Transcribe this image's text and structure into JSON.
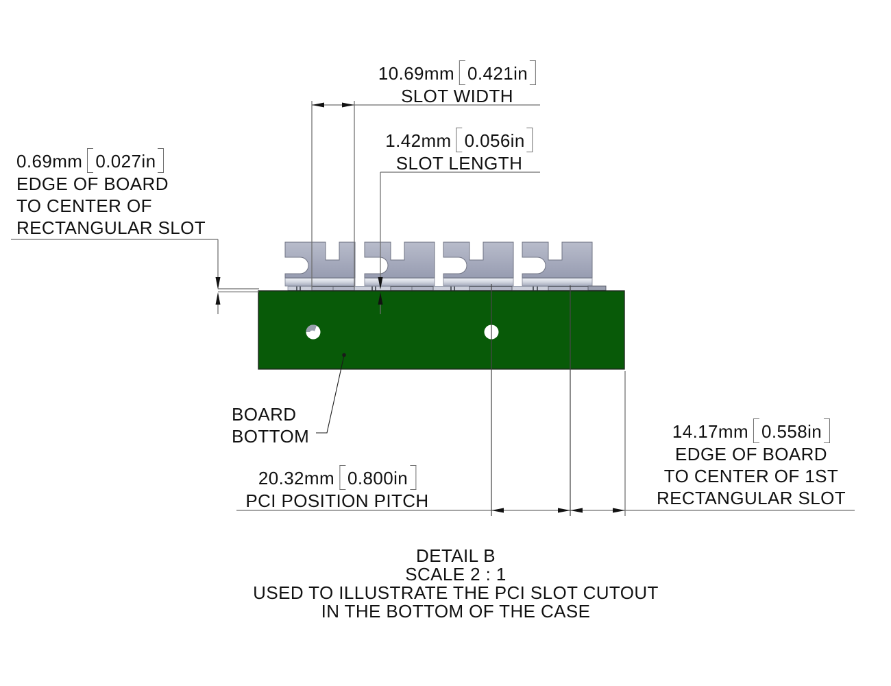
{
  "drawing": {
    "dimensions": {
      "slot_width": {
        "metric": "10.69mm",
        "imperial": "0.421in",
        "label": "SLOT WIDTH"
      },
      "slot_length": {
        "metric": "1.42mm",
        "imperial": "0.056in",
        "label": "SLOT LENGTH"
      },
      "edge_to_slot_center": {
        "metric": "0.69mm",
        "imperial": "0.027in",
        "line1": "EDGE OF BOARD",
        "line2": "TO CENTER OF",
        "line3": "RECTANGULAR SLOT"
      },
      "pci_pitch": {
        "metric": "20.32mm",
        "imperial": "0.800in",
        "label": "PCI POSITION PITCH"
      },
      "edge_to_first_slot": {
        "metric": "14.17mm",
        "imperial": "0.558in",
        "line1": "EDGE OF BOARD",
        "line2": "TO CENTER OF 1ST",
        "line3": "RECTANGULAR SLOT"
      }
    },
    "labels": {
      "board_bottom_line1": "BOARD",
      "board_bottom_line2": "BOTTOM"
    },
    "title": {
      "name": "DETAIL B",
      "scale": "SCALE 2 : 1",
      "note1": "USED TO ILLUSTRATE THE PCI SLOT CUTOUT",
      "note2": "IN THE BOTTOM OF THE CASE"
    },
    "colors": {
      "board_green": "#085a08",
      "bracket_gray": "#a9aec1",
      "dim_line_gray": "#6e6e6e",
      "text": "#111111"
    }
  }
}
